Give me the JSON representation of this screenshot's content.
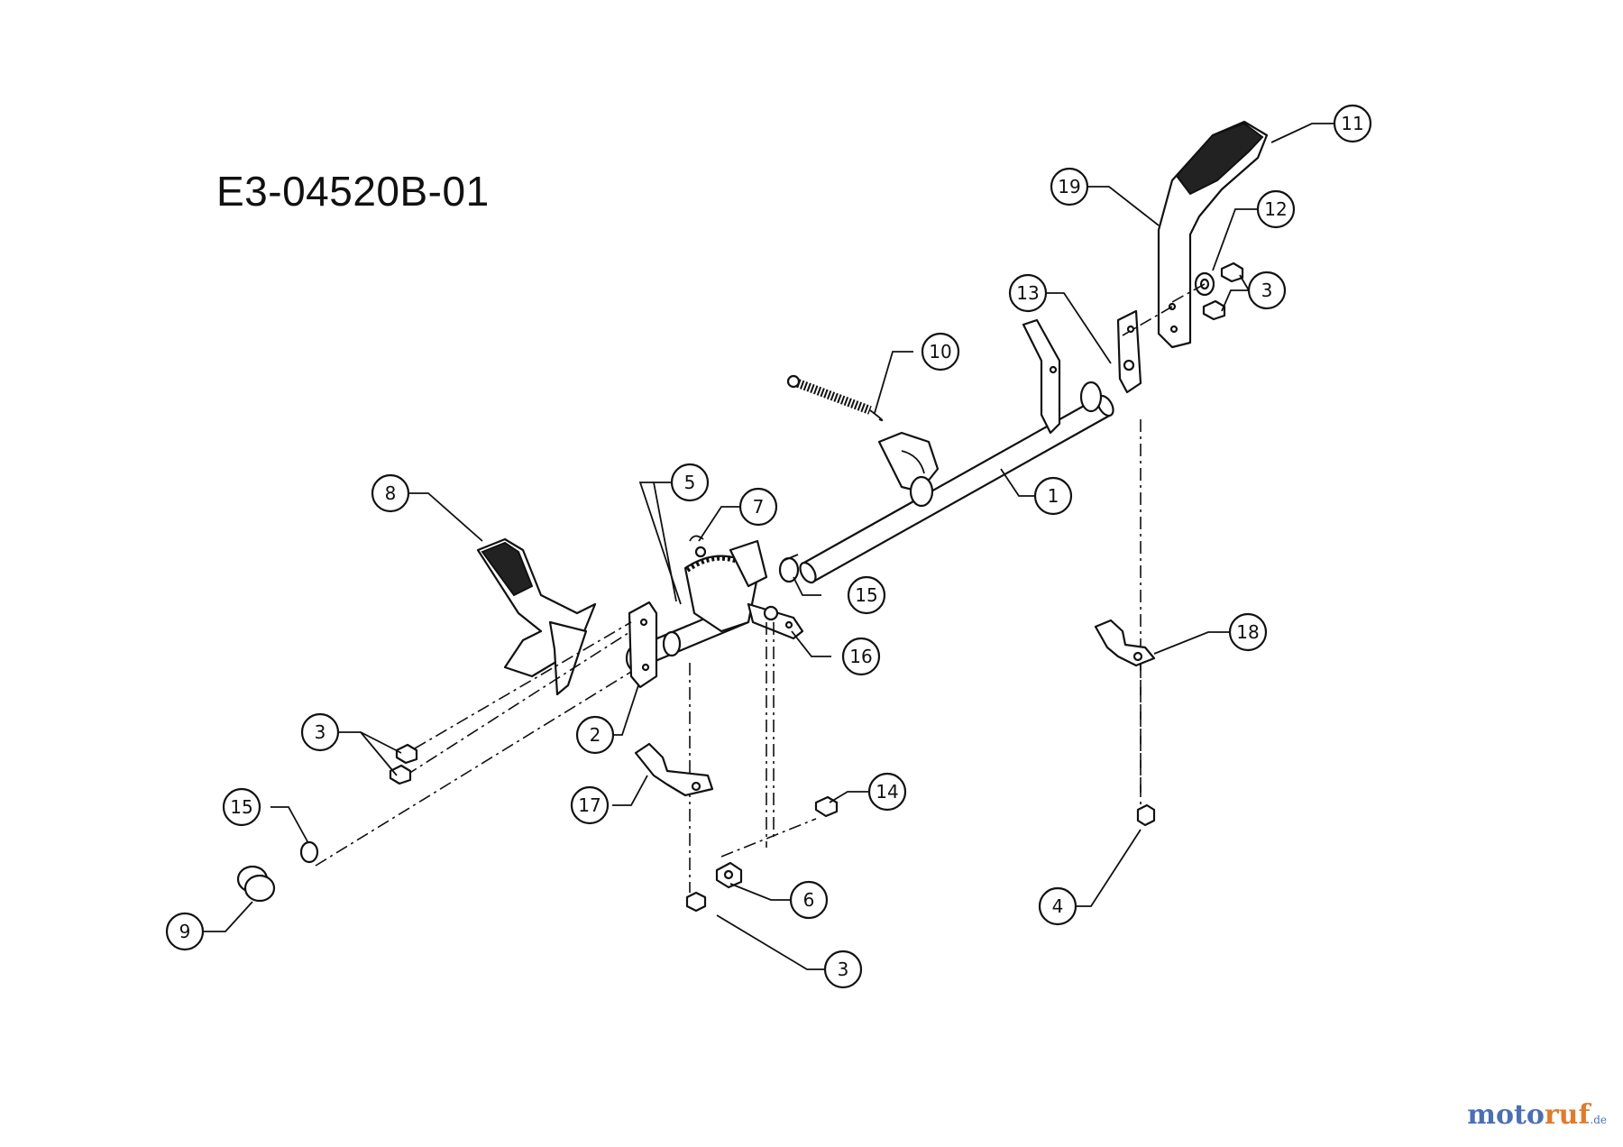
{
  "diagram_code": "E3-04520B-01",
  "brand": {
    "part1": "moto",
    "part2": "ruf",
    "suffix": ".de"
  },
  "callouts": [
    {
      "id": "c1",
      "label": "1"
    },
    {
      "id": "c2",
      "label": "2"
    },
    {
      "id": "c3a",
      "label": "3"
    },
    {
      "id": "c3b",
      "label": "3"
    },
    {
      "id": "c3c",
      "label": "3"
    },
    {
      "id": "c4",
      "label": "4"
    },
    {
      "id": "c5",
      "label": "5"
    },
    {
      "id": "c6",
      "label": "6"
    },
    {
      "id": "c7",
      "label": "7"
    },
    {
      "id": "c8",
      "label": "8"
    },
    {
      "id": "c9",
      "label": "9"
    },
    {
      "id": "c10",
      "label": "10"
    },
    {
      "id": "c11",
      "label": "11"
    },
    {
      "id": "c12",
      "label": "12"
    },
    {
      "id": "c13",
      "label": "13"
    },
    {
      "id": "c14",
      "label": "14"
    },
    {
      "id": "c15a",
      "label": "15"
    },
    {
      "id": "c15b",
      "label": "15"
    },
    {
      "id": "c16",
      "label": "16"
    },
    {
      "id": "c17",
      "label": "17"
    },
    {
      "id": "c18",
      "label": "18"
    },
    {
      "id": "c19",
      "label": "19"
    }
  ]
}
